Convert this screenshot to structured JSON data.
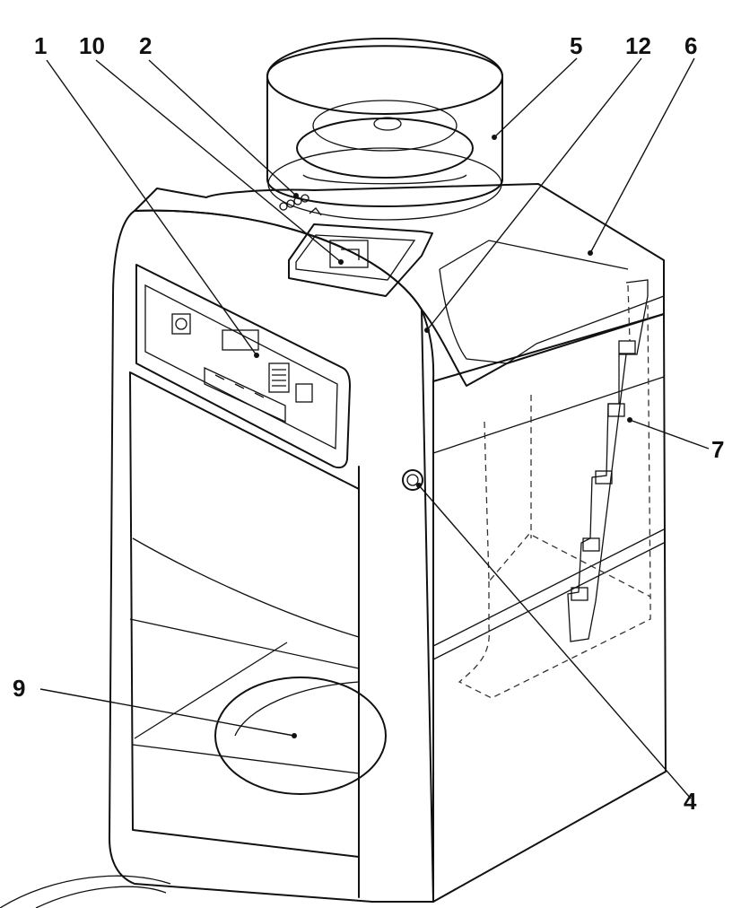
{
  "diagram": {
    "labels": {
      "l1": "1",
      "l10": "10",
      "l2": "2",
      "l5": "5",
      "l12": "12",
      "l6": "6",
      "l7": "7",
      "l4": "4",
      "l9": "9"
    },
    "parts": {
      "display": "",
      "lid_button": "",
      "bean_hopper": "",
      "top_cover": "",
      "water_level_scale": "",
      "side_button": "",
      "warming_plate": ""
    }
  }
}
